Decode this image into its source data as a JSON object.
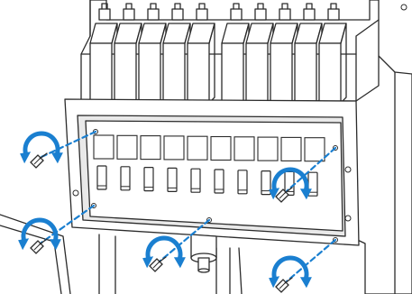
{
  "figure": {
    "width": 457,
    "height": 326,
    "colors": {
      "line": "#2b2b2b",
      "accent": "#1a7fd0",
      "background": "#ffffff",
      "shade": "#e9e9e9"
    },
    "ink_cartridges": {
      "left_bank": 5,
      "right_bank": 5
    },
    "screws": [
      {
        "name": "screw-upper-left",
        "rotation": "counterclockwise"
      },
      {
        "name": "screw-lower-left",
        "rotation": "counterclockwise"
      },
      {
        "name": "screw-bottom-center",
        "rotation": "counterclockwise"
      },
      {
        "name": "screw-bottom-right",
        "rotation": "counterclockwise"
      },
      {
        "name": "screw-upper-right",
        "rotation": "counterclockwise"
      }
    ],
    "icons": [
      "rotation-arrow-icon",
      "screw-icon",
      "guide-line"
    ]
  }
}
